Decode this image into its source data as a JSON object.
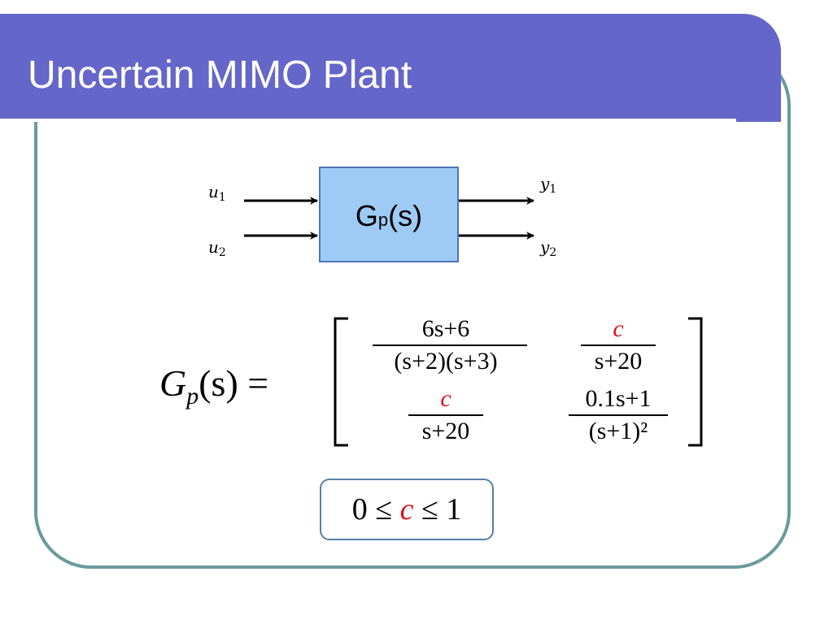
{
  "slide": {
    "title": "Uncertain MIMO Plant"
  },
  "block": {
    "label_main": "G",
    "label_sub": "p",
    "label_tail": "(s)"
  },
  "signals": {
    "u1": {
      "base": "u",
      "sub": "1"
    },
    "u2": {
      "base": "u",
      "sub": "2"
    },
    "y1": {
      "base": "y",
      "sub": "1"
    },
    "y2": {
      "base": "y",
      "sub": "2"
    }
  },
  "equation": {
    "lhs_base": "G",
    "lhs_sub": "p",
    "lhs_tail": "(s) =",
    "matrix": {
      "m11": {
        "num": "6s+6",
        "den": "(s+2)(s+3)"
      },
      "m12": {
        "num": "c",
        "den": "s+20"
      },
      "m21": {
        "num": "c",
        "den": "s+20"
      },
      "m22": {
        "num": "0.1s+1",
        "den": "(s+1)²"
      }
    }
  },
  "constraint": {
    "left": "0 ≤ ",
    "var": "c",
    "right": " ≤ 1"
  },
  "colors": {
    "title_bar": "#6566c9",
    "frame_border": "#6a9a9c",
    "block_fill": "#9dcbf6",
    "block_border": "#4f75b7",
    "uncertain_param": "#e0101a"
  }
}
